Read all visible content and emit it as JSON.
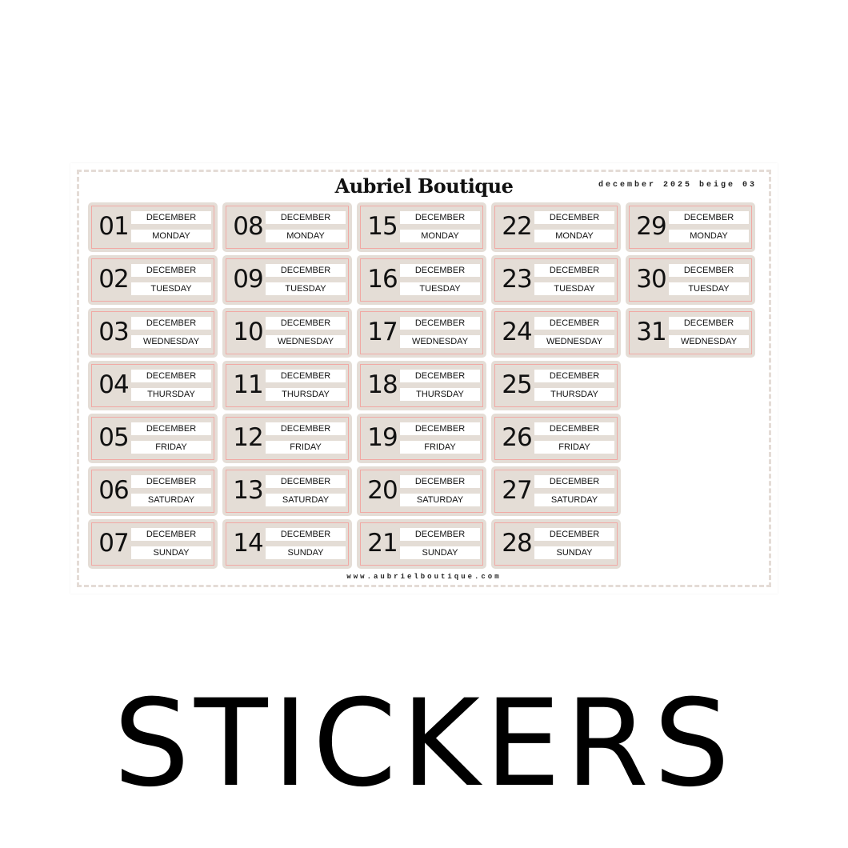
{
  "sheet": {
    "brand": "Aubriel Boutique",
    "meta": "december 2025  beige 03",
    "url": "www.aubrielboutique.com",
    "colors": {
      "sticker_bg": "#e4ddd6",
      "border": "#f0a9a4",
      "label_bg": "#ffffff",
      "cut_line": "#e4dcd6"
    }
  },
  "stickers": [
    {
      "day": "01",
      "month": "December",
      "weekday": "Monday"
    },
    {
      "day": "02",
      "month": "December",
      "weekday": "Tuesday"
    },
    {
      "day": "03",
      "month": "December",
      "weekday": "Wednesday"
    },
    {
      "day": "04",
      "month": "December",
      "weekday": "Thursday"
    },
    {
      "day": "05",
      "month": "December",
      "weekday": "Friday"
    },
    {
      "day": "06",
      "month": "December",
      "weekday": "Saturday"
    },
    {
      "day": "07",
      "month": "December",
      "weekday": "Sunday"
    },
    {
      "day": "08",
      "month": "December",
      "weekday": "Monday"
    },
    {
      "day": "09",
      "month": "December",
      "weekday": "Tuesday"
    },
    {
      "day": "10",
      "month": "December",
      "weekday": "Wednesday"
    },
    {
      "day": "11",
      "month": "December",
      "weekday": "Thursday"
    },
    {
      "day": "12",
      "month": "December",
      "weekday": "Friday"
    },
    {
      "day": "13",
      "month": "December",
      "weekday": "Saturday"
    },
    {
      "day": "14",
      "month": "December",
      "weekday": "Sunday"
    },
    {
      "day": "15",
      "month": "December",
      "weekday": "Monday"
    },
    {
      "day": "16",
      "month": "December",
      "weekday": "Tuesday"
    },
    {
      "day": "17",
      "month": "December",
      "weekday": "Wednesday"
    },
    {
      "day": "18",
      "month": "December",
      "weekday": "Thursday"
    },
    {
      "day": "19",
      "month": "December",
      "weekday": "Friday"
    },
    {
      "day": "20",
      "month": "December",
      "weekday": "Saturday"
    },
    {
      "day": "21",
      "month": "December",
      "weekday": "Sunday"
    },
    {
      "day": "22",
      "month": "December",
      "weekday": "Monday"
    },
    {
      "day": "23",
      "month": "December",
      "weekday": "Tuesday"
    },
    {
      "day": "24",
      "month": "December",
      "weekday": "Wednesday"
    },
    {
      "day": "25",
      "month": "December",
      "weekday": "Thursday"
    },
    {
      "day": "26",
      "month": "December",
      "weekday": "Friday"
    },
    {
      "day": "27",
      "month": "December",
      "weekday": "Saturday"
    },
    {
      "day": "28",
      "month": "December",
      "weekday": "Sunday"
    },
    {
      "day": "29",
      "month": "December",
      "weekday": "Monday"
    },
    {
      "day": "30",
      "month": "December",
      "weekday": "Tuesday"
    },
    {
      "day": "31",
      "month": "December",
      "weekday": "Wednesday"
    }
  ],
  "caption": "STICKERS"
}
